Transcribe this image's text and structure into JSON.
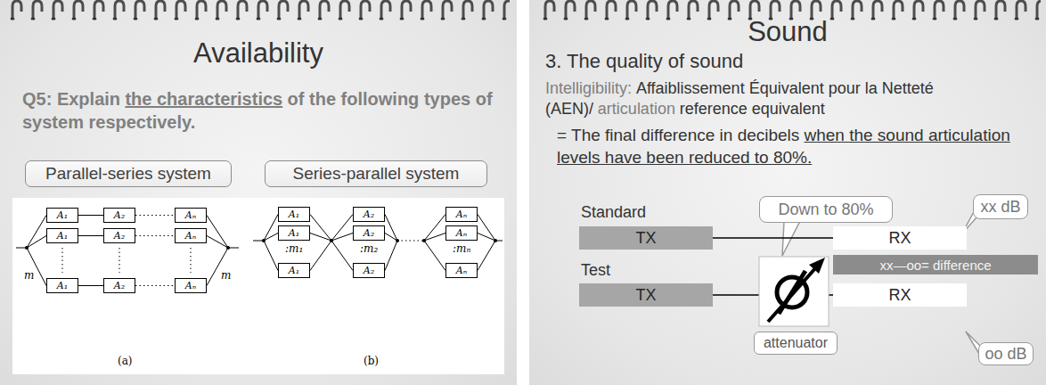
{
  "diagram": {
    "nodes": [
      {
        "text": [
          "Parallel-series system"
        ]
      },
      {
        "text": [
          "Series-parallel system"
        ]
      },
      {
        "text": [
          "A₁"
        ]
      },
      {
        "text": [
          "A₂"
        ]
      },
      {
        "text": [
          "Aₙ"
        ]
      },
      {
        "text": [
          "A₁"
        ]
      },
      {
        "text": [
          "A₂"
        ]
      },
      {
        "text": [
          "Aₙ"
        ]
      },
      {
        "text": [
          "A₁"
        ]
      },
      {
        "text": [
          "A₂"
        ]
      },
      {
        "text": [
          "Aₙ"
        ]
      },
      {
        "text": [
          "A₁"
        ]
      },
      {
        "text": [
          "A₂"
        ]
      },
      {
        "text": [
          "Aₙ"
        ]
      },
      {
        "text": [
          "A₁"
        ]
      },
      {
        "text": [
          "A₂"
        ]
      },
      {
        "text": [
          "Aₙ"
        ]
      },
      {
        "text": [
          "A₁"
        ]
      },
      {
        "text": [
          "A₂"
        ]
      },
      {
        "text": [
          "Aₙ"
        ]
      },
      {
        "text": [
          "Down to 80%"
        ]
      },
      {
        "text": [
          "xx dB"
        ]
      },
      {
        "text": [
          "TX"
        ]
      },
      {
        "text": [
          "RX"
        ]
      },
      {
        "text": [
          "xx—oo= difference"
        ]
      },
      {
        "text": [
          "TX"
        ]
      },
      {
        "text": [
          "RX"
        ]
      },
      {
        "text": [
          "attenuator"
        ]
      },
      {
        "text": [
          "oo dB"
        ]
      }
    ],
    "edges": [
      {
        "from": 2,
        "to": 3,
        "arrow": "none"
      },
      {
        "from": 3,
        "to": 4,
        "arrow": "none"
      },
      {
        "from": 5,
        "to": 6,
        "arrow": "none"
      },
      {
        "from": 6,
        "to": 7,
        "arrow": "none"
      },
      {
        "from": 8,
        "to": 9,
        "arrow": "none"
      },
      {
        "from": 9,
        "to": 10,
        "arrow": "none"
      },
      {
        "from": 22,
        "to": 23,
        "arrow": "none"
      },
      {
        "from": 25,
        "to": 26,
        "arrow": "none"
      }
    ],
    "labels": [
      "Availability",
      "Q5: Explain",
      "the characteristics",
      "of the following types of system respectively.",
      "m",
      "m",
      "(a)",
      ":m₁",
      ":m₂",
      ":mₙ",
      "(b)",
      "Sound",
      "3. The quality of sound",
      "Intelligibility:",
      "Affaiblissement Équivalent pour la Netteté (AEN)/",
      "articulation",
      "reference equivalent",
      "= The final difference in decibels",
      "when the sound articulation levels have been reduced to 80%.",
      "Standard",
      "Test"
    ]
  }
}
